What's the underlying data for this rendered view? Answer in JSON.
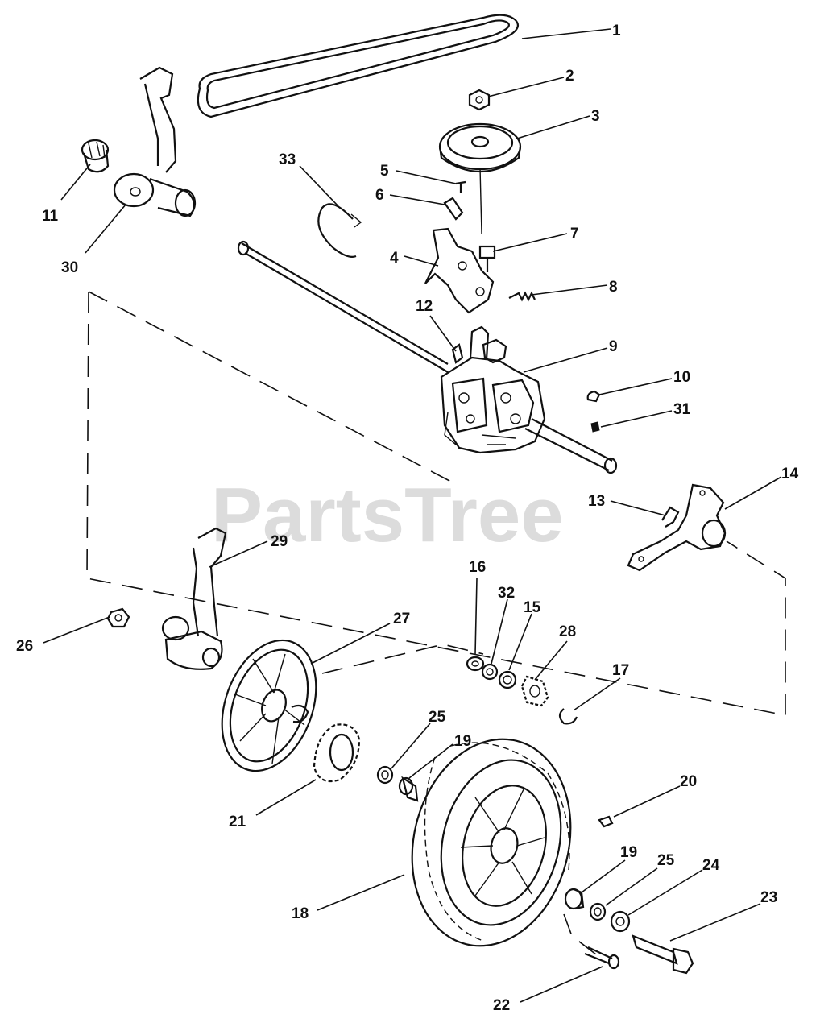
{
  "watermark": "PartsTree",
  "callouts": [
    "1",
    "2",
    "3",
    "5",
    "33",
    "6",
    "7",
    "11",
    "4",
    "30",
    "8",
    "12",
    "9",
    "10",
    "31",
    "14",
    "13",
    "29",
    "16",
    "32",
    "15",
    "28",
    "27",
    "17",
    "26",
    "25",
    "19",
    "20",
    "21",
    "19",
    "25",
    "24",
    "23",
    "18",
    "22"
  ],
  "colors": {
    "ink": "#111111",
    "paper": "#ffffff",
    "watermark": "#d6d6d6"
  }
}
